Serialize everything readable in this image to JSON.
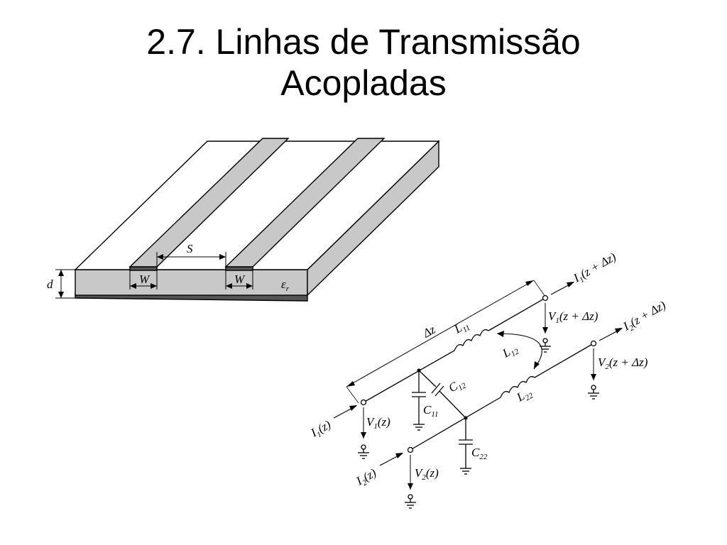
{
  "slide": {
    "title_line1": "2.7. Linhas de Transmissão",
    "title_line2": "Acopladas"
  },
  "figure_microstrip": {
    "label_d": "d",
    "label_s": "S",
    "label_w_left": "W",
    "label_w_right": "W",
    "label_eps": "ε",
    "label_eps_sub": "r"
  },
  "figure_circuit": {
    "label_dz": "Δz",
    "label_L11": "L",
    "label_L11_sub": "11",
    "label_L12": "L",
    "label_L12_sub": "12",
    "label_L22": "L",
    "label_L22_sub": "22",
    "label_C11": "C",
    "label_C11_sub": "11",
    "label_C12": "C",
    "label_C12_sub": "12",
    "label_C22": "C",
    "label_C22_sub": "22",
    "label_I1z": "I",
    "label_I1z_sub": "1",
    "label_I1z_arg": "(z)",
    "label_V1z": "V",
    "label_V1z_sub": "1",
    "label_V1z_arg": "(z)",
    "label_I2z": "I",
    "label_I2z_sub": "2",
    "label_I2z_arg": "(z)",
    "label_V2z": "V",
    "label_V2z_sub": "2",
    "label_V2z_arg": "(z)",
    "label_I1dz": "I",
    "label_I1dz_sub": "1",
    "label_I1dz_arg": "(z + Δz)",
    "label_V1dz": "V",
    "label_V1dz_sub": "1",
    "label_V1dz_arg": "(z + Δz)",
    "label_I2dz": "I",
    "label_I2dz_sub": "2",
    "label_I2dz_arg": "(z + Δz)",
    "label_V2dz": "V",
    "label_V2dz_sub": "2",
    "label_V2dz_arg": "(z + Δz)"
  }
}
